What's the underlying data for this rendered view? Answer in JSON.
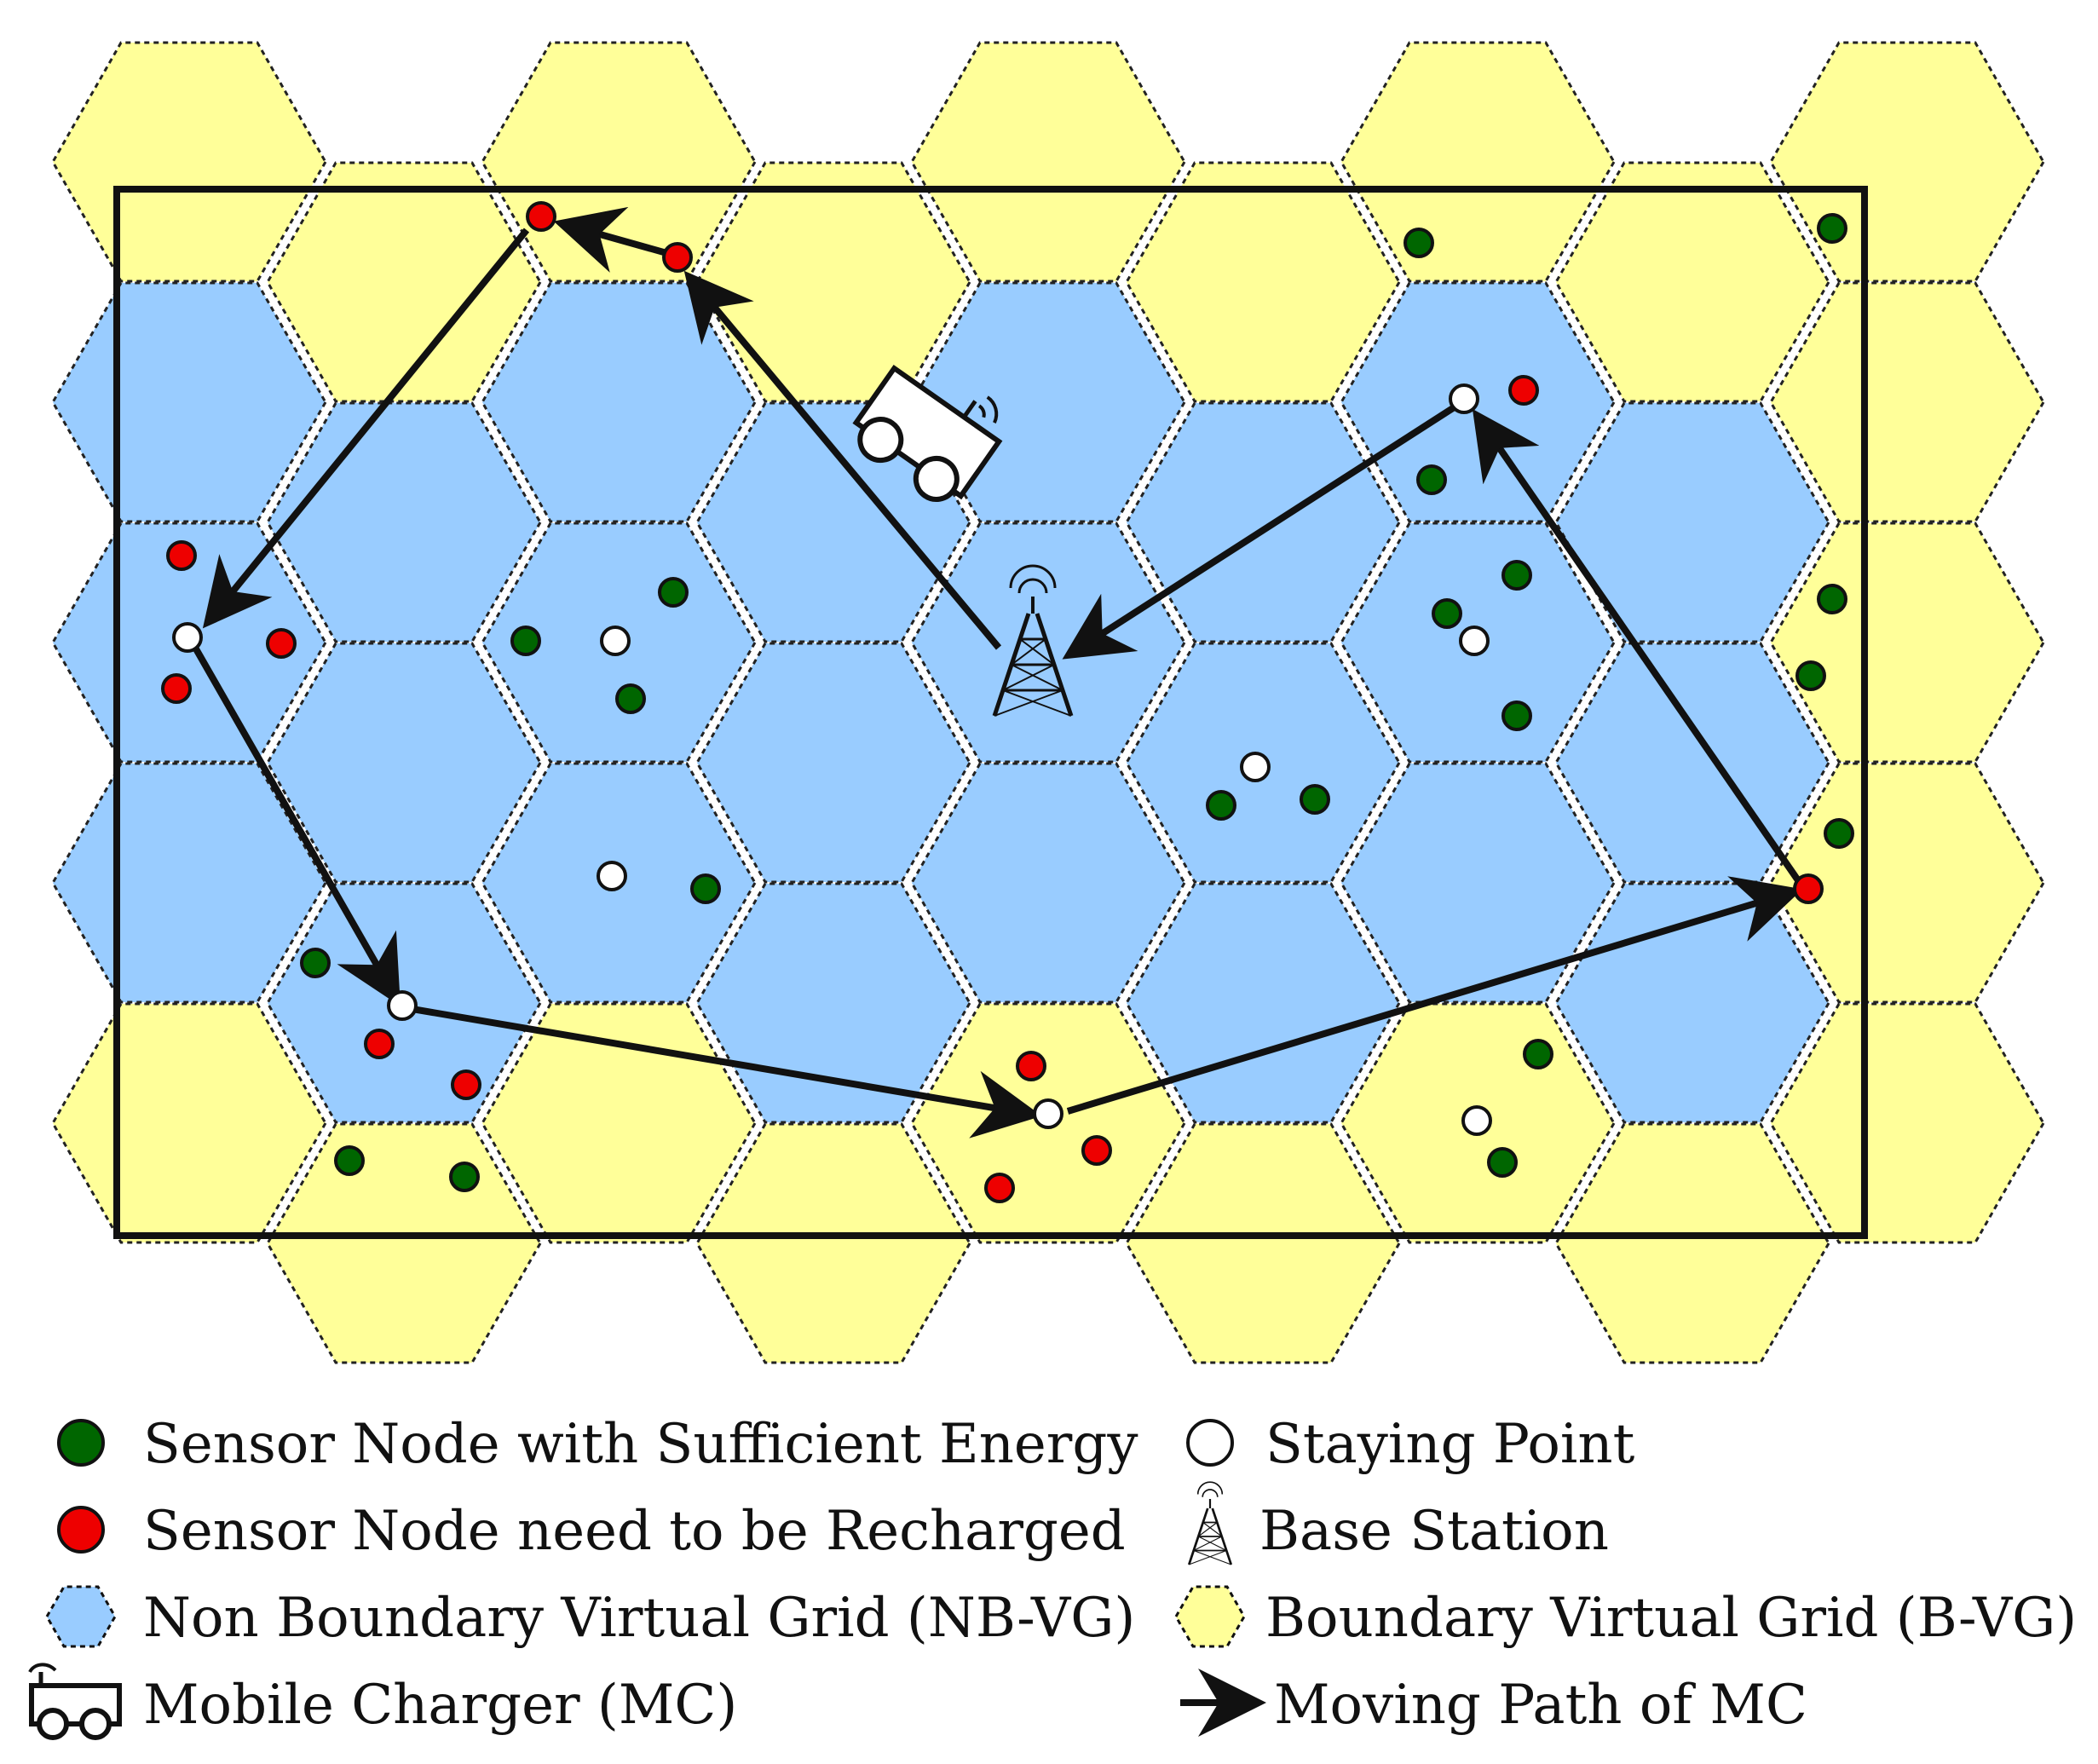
{
  "legend": {
    "sufficient_energy": "Sensor Node with Sufficient Energy",
    "need_recharge": "Sensor Node need to be Recharged",
    "nb_vg": "Non Boundary Virtual Grid (NB-VG)",
    "mobile_charger": "Mobile Charger (MC)",
    "staying_point": "Staying Point",
    "base_station": "Base Station",
    "b_vg": "Boundary Virtual Grid (B-VG)",
    "moving_path": "Moving Path of MC"
  },
  "colors": {
    "nb_vg_fill": "#99ccff",
    "b_vg_fill": "#ffff99",
    "sufficient_node": "#006600",
    "recharge_node": "#ee0000",
    "staying_point": "#ffffff",
    "path": "#111111"
  },
  "icons": {
    "base_station": "radio-tower-icon",
    "mobile_charger": "charger-vehicle-icon",
    "path_arrow": "arrow-right-icon"
  }
}
